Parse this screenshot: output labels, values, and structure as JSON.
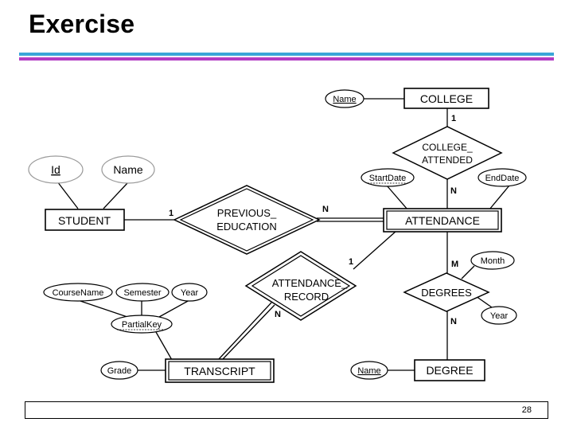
{
  "slide": {
    "title": "Exercise",
    "page_number": "28"
  },
  "entities": {
    "college": "COLLEGE",
    "student": "STUDENT",
    "attendance": "ATTENDANCE",
    "transcript": "TRANSCRIPT",
    "degree": "DEGREE"
  },
  "relationships": {
    "college_attended": [
      "COLLEGE_",
      "ATTENDED"
    ],
    "previous_education": [
      "PREVIOUS_",
      "EDUCATION"
    ],
    "attendance_record": [
      "ATTENDANCE_",
      "RECORD"
    ],
    "degrees": "DEGREES"
  },
  "attributes": {
    "college_name": "Name",
    "student_id": "Id",
    "student_name": "Name",
    "start_date": "StartDate",
    "end_date": "EndDate",
    "month": "Month",
    "degrees_year": "Year",
    "course_name": "CourseName",
    "semester": "Semester",
    "transcript_year": "Year",
    "partial_key": "PartialKey",
    "grade": "Grade",
    "degree_name": "Name"
  },
  "cardinalities": {
    "college_1": "1",
    "college_attended_n": "N",
    "student_1": "1",
    "attendance_n_prev": "N",
    "attendance_1_record": "1",
    "transcript_n": "N",
    "attendance_m": "M",
    "degree_n": "N"
  },
  "colors": {
    "bar_top": "#3aa6d8",
    "bar_bottom": "#b33cc4",
    "line": "#000000"
  }
}
